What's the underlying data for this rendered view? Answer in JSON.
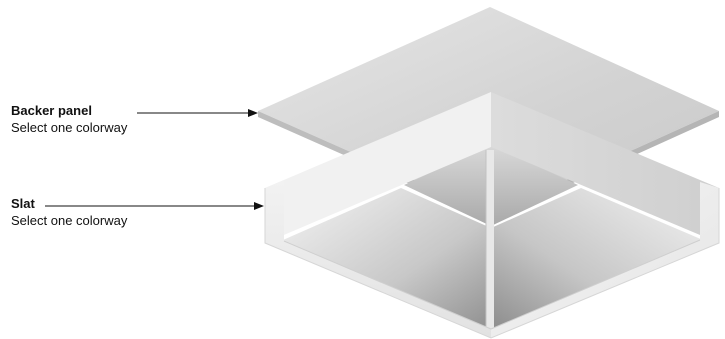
{
  "labels": {
    "backer_panel": {
      "title": "Backer panel",
      "subtitle": "Select one colorway"
    },
    "slat": {
      "title": "Slat",
      "subtitle": "Select one colorway"
    }
  },
  "colors": {
    "text": "#111111",
    "leader_line": "#111111",
    "panel_light": "#e4e4e4",
    "panel_dark": "#cfcfcf",
    "slat_face": "#eeeeee",
    "slat_shadow": "#9a9a9a"
  }
}
